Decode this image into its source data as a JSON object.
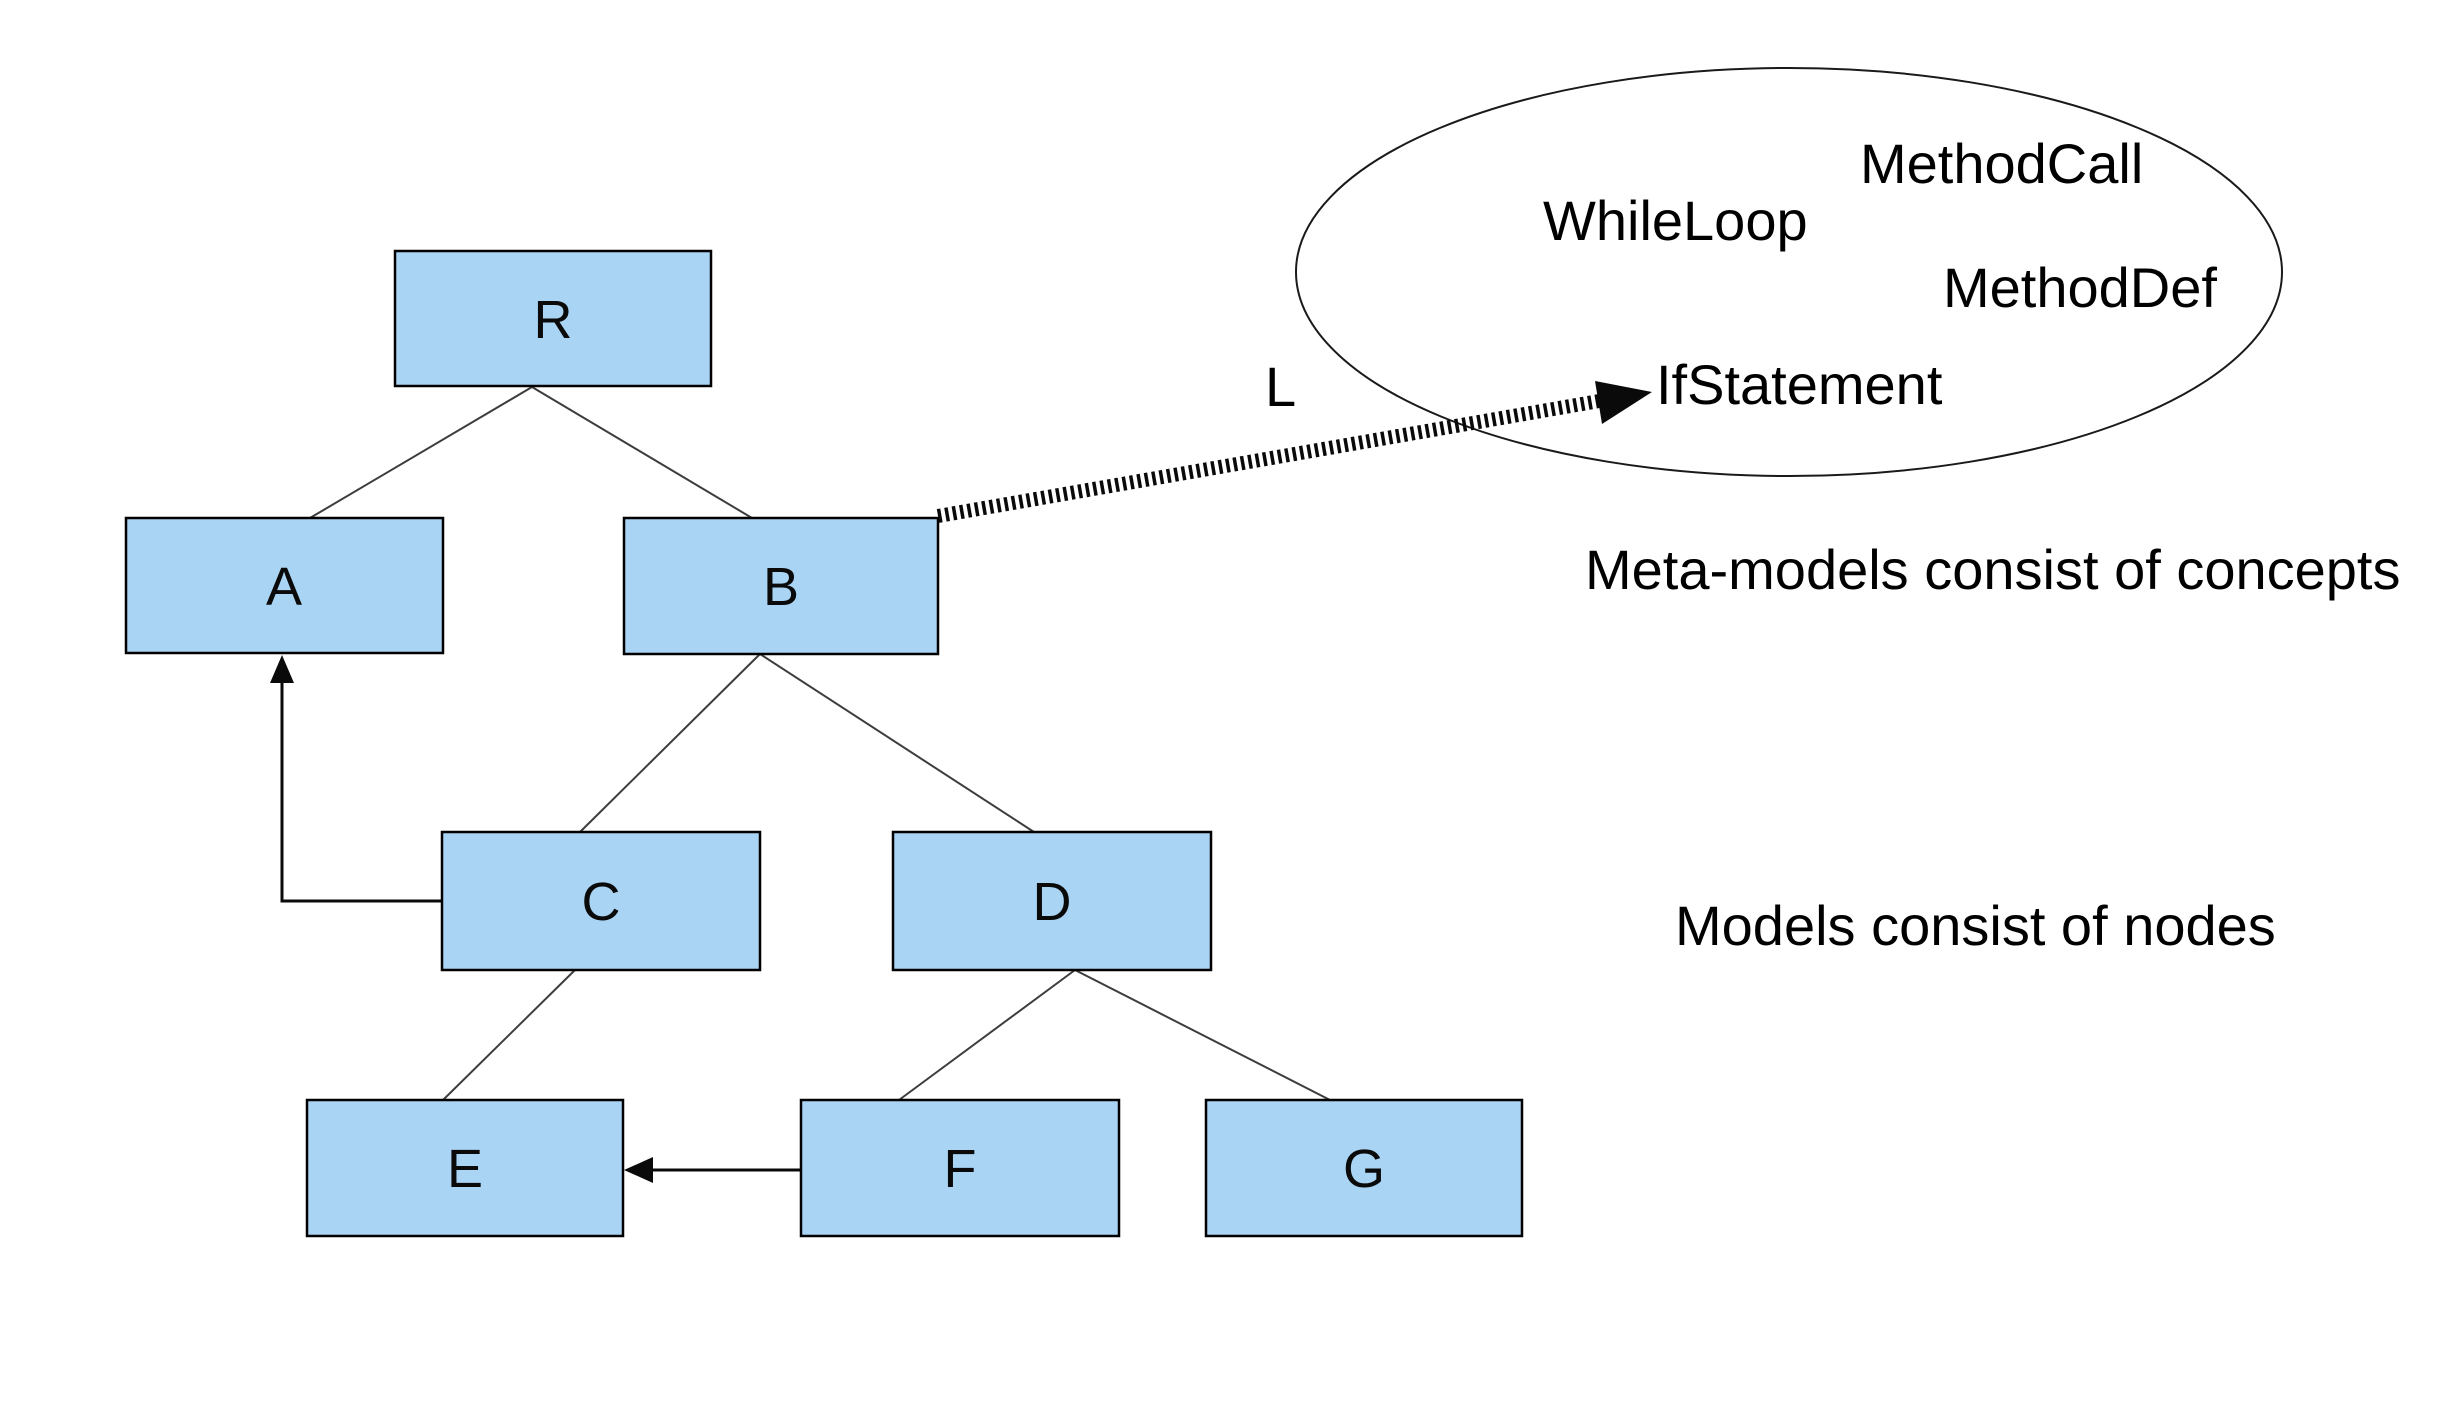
{
  "nodes": {
    "R": "R",
    "A": "A",
    "B": "B",
    "C": "C",
    "D": "D",
    "E": "E",
    "F": "F",
    "G": "G"
  },
  "link": {
    "label": "L"
  },
  "concepts": {
    "while_loop": "WhileLoop",
    "method_call": "MethodCall",
    "method_def": "MethodDef",
    "if_statement": "IfStatement"
  },
  "annotations": {
    "meta_models": "Meta-models consist of concepts",
    "models": "Models consist of nodes"
  },
  "colors": {
    "node_fill": "#A9D4F4",
    "node_stroke": "#000000",
    "edge": "#3d3d3d",
    "background": "#ffffff"
  }
}
